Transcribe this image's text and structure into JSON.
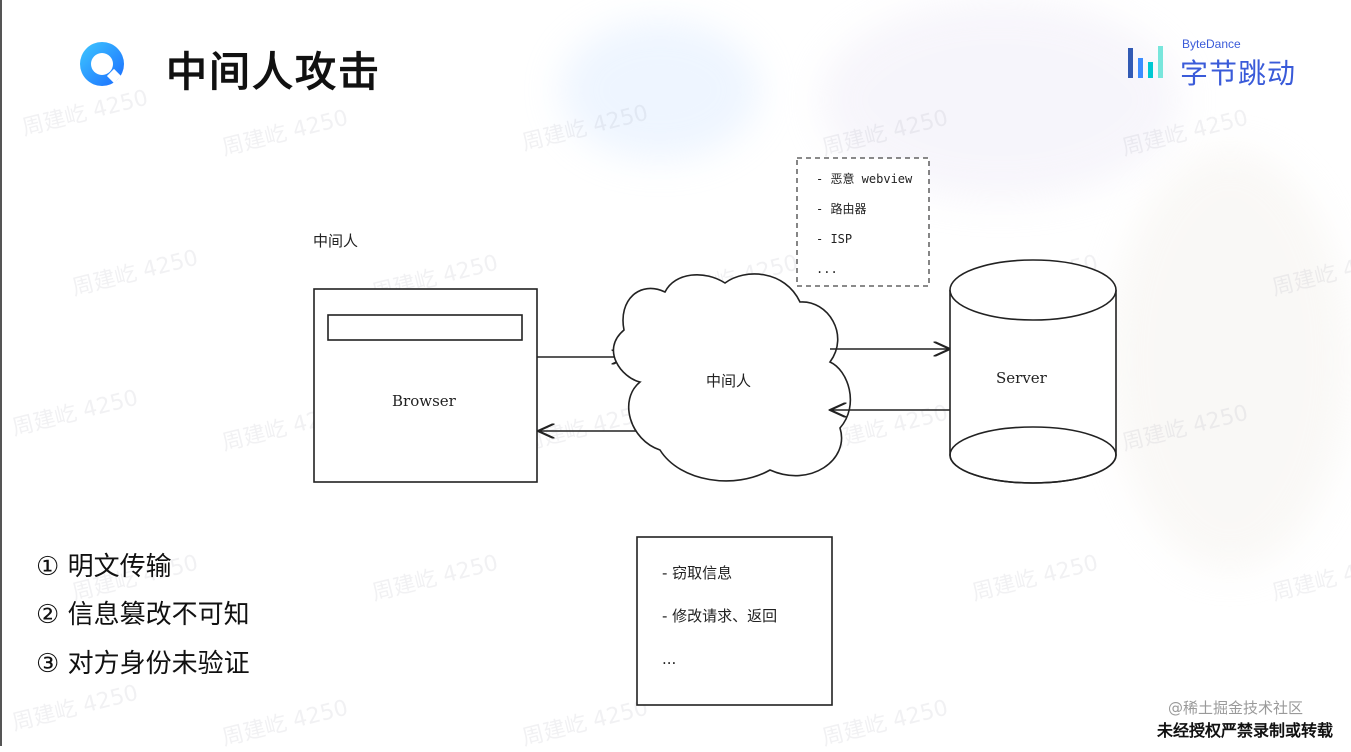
{
  "slide": {
    "title": "中间人攻击",
    "logo_icon": "quickly-o-logo-icon",
    "brand": {
      "small": "ByteDance",
      "big": "字节跳动",
      "icon": "bytedance-bars-icon",
      "color": "#3a5bd9"
    },
    "watermark_text": "周建屹 4250"
  },
  "diagram": {
    "browser_caption": "中间人",
    "browser_label": "Browser",
    "mitm_label": "中间人",
    "server_label": "Server",
    "sources": [
      "- 恶意 webview",
      "- 路由器",
      "- ISP",
      "..."
    ],
    "capabilities": [
      "- 窃取信息",
      "- 修改请求、返回",
      "..."
    ]
  },
  "points": [
    "① 明文传输",
    "② 信息篡改不可知",
    "③ 对方身份未验证"
  ],
  "footer": {
    "community": "@稀土掘金技术社区",
    "notice": "未经授权严禁录制或转载"
  }
}
